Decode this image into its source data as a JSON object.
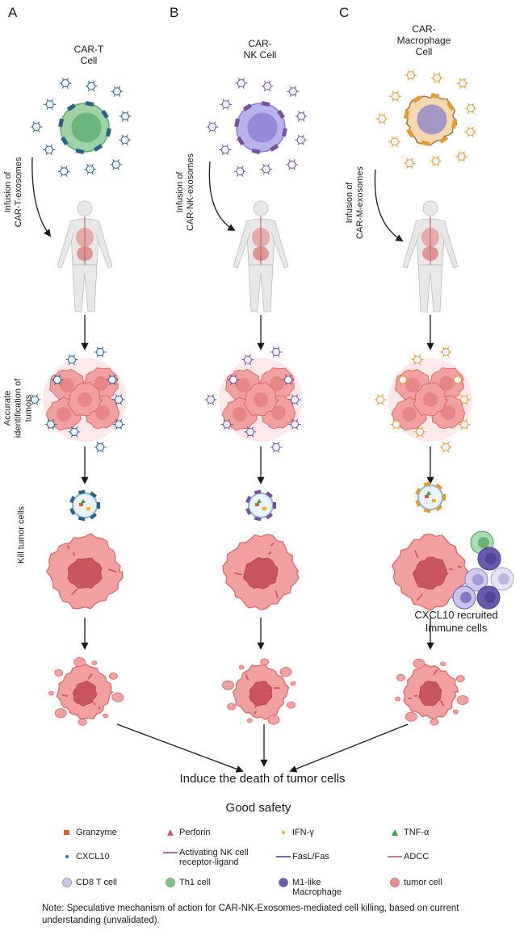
{
  "panels": [
    {
      "letter": "A",
      "cell_title": "CAR-T\nCell",
      "infusion": "Infusion of\nCAR-T-exosomes",
      "identify": "Accurate\nidentification of\ntumors",
      "kill": "Kill tumor cells",
      "cell_color": "#9fd3a6",
      "nucleus_color": "#5fae73",
      "receptor_color": "#2c5f8a"
    },
    {
      "letter": "B",
      "cell_title": "CAR-\nNK Cell",
      "infusion": "Infusion of\nCAR-NK-exosomes",
      "cell_color": "#b9b3ea",
      "nucleus_color": "#8b7fd3",
      "receptor_color": "#7a4f9a"
    },
    {
      "letter": "C",
      "cell_title": "CAR-\nMacrophage\nCell",
      "infusion": "Infusion of\nCAR-M-exosomes",
      "cell_color": "#f6d8b0",
      "nucleus_color": "#8f88c9",
      "receptor_color": "#e59a2e"
    }
  ],
  "recruit_text": "CXCL10 recruited\nImmune cells",
  "final_text": "Induce the death of tumor cells",
  "safety_text": "Good safety",
  "legend": [
    {
      "label": "Granzyme",
      "icon": "granzyme-icon",
      "color": "#d9622b"
    },
    {
      "label": "Perforin",
      "icon": "perforin-icon",
      "color": "#c85a8a"
    },
    {
      "label": "IFN-γ",
      "icon": "ifn-gamma-icon",
      "color": "#f2b01e"
    },
    {
      "label": "TNF-α",
      "icon": "tnf-alpha-icon",
      "color": "#3aa34a"
    },
    {
      "label": "CXCL10",
      "icon": "cxcl10-icon",
      "color": "#2b6fc4"
    },
    {
      "label": "Activating NK cell\nreceptor-ligand",
      "icon": "nk-receptor-icon",
      "color": "#8a3a8a"
    },
    {
      "label": "FasL/Fas",
      "icon": "fasl-fas-icon",
      "color": "#3a3a8a"
    },
    {
      "label": "ADCC",
      "icon": "adcc-icon",
      "color": "#c84a6a"
    },
    {
      "label": "CD8 T cell",
      "icon": "cd8-t-cell-icon",
      "color": "#c9c4ee"
    },
    {
      "label": "Th1 cell",
      "icon": "th1-cell-icon",
      "color": "#7dc48a"
    },
    {
      "label": "M1-like\nMacrophage",
      "icon": "m1-macrophage-icon",
      "color": "#6a5bb0"
    },
    {
      "label": "tumor cell",
      "icon": "tumor-cell-icon",
      "color": "#f08a8a"
    }
  ],
  "note": "Note: Speculative mechanism of action for CAR-NK-Exosomes-mediated cell killing, based on current understanding (unvalidated).",
  "colors": {
    "tumor": "#f3a0a0",
    "tumor_dark": "#d96a6a",
    "tumor_core": "#c9565c",
    "arrow": "#1a1a1a",
    "exosome": "#a9c8e6",
    "body": "#e8e8e8"
  }
}
